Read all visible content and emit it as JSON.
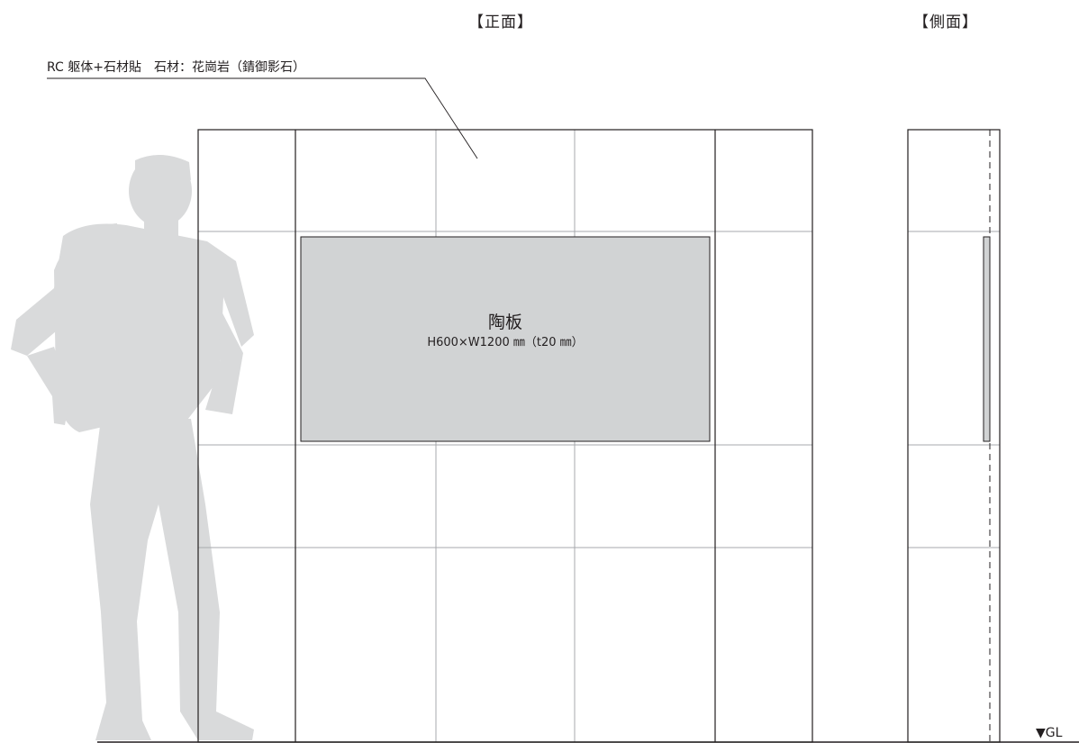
{
  "titles": {
    "front": "【正面】",
    "side": "【側面】"
  },
  "material_note": "RC 躯体+石材貼　石材：花崗岩（錆御影石）",
  "ceramic_panel": {
    "name": "陶板",
    "size": "H600×W1200 ㎜（t20 ㎜）"
  },
  "ground_line": "▼GL",
  "colors": {
    "line": "#231f20",
    "grid_line": "#a7a9ac",
    "panel_fill": "#d1d3d4",
    "person_silhouette": "#d9dadb",
    "background": "#ffffff"
  }
}
